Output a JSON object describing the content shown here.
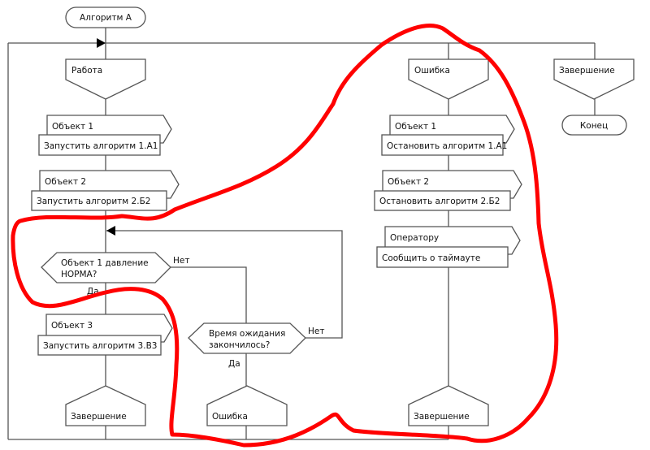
{
  "diagram": {
    "title": "Алгоритм А",
    "branches": [
      {
        "name": "Работа"
      },
      {
        "name": "Ошибка"
      },
      {
        "name": "Завершение"
      }
    ],
    "work": {
      "shelves": [
        {
          "object": "Объект 1",
          "action": "Запустить алгоритм 1.А1"
        },
        {
          "object": "Объект 2",
          "action": "Запустить алгоритм 2.Б2"
        },
        {
          "object": "Объект 3",
          "action": "Запустить алгоритм 3.В3"
        }
      ],
      "question1": {
        "line1": "Объект 1 давление",
        "line2": "НОРМА?",
        "yes": "Да",
        "no": "Нет"
      },
      "question2": {
        "line1": "Время ожидания",
        "line2": "закончилось?",
        "yes": "Да",
        "no": "Нет"
      },
      "address_done": "Завершение",
      "address_error": "Ошибка"
    },
    "error": {
      "shelves": [
        {
          "object": "Объект 1",
          "action": "Остановить алгоритм 1.А1"
        },
        {
          "object": "Объект 2",
          "action": "Остановить алгоритм 2.Б2"
        },
        {
          "object": "Оператору",
          "action": "Сообщить о таймауте"
        }
      ],
      "address_done": "Завершение"
    },
    "end": "Конец"
  },
  "colors": {
    "line": "#555555",
    "annotation": "#ff0000"
  }
}
